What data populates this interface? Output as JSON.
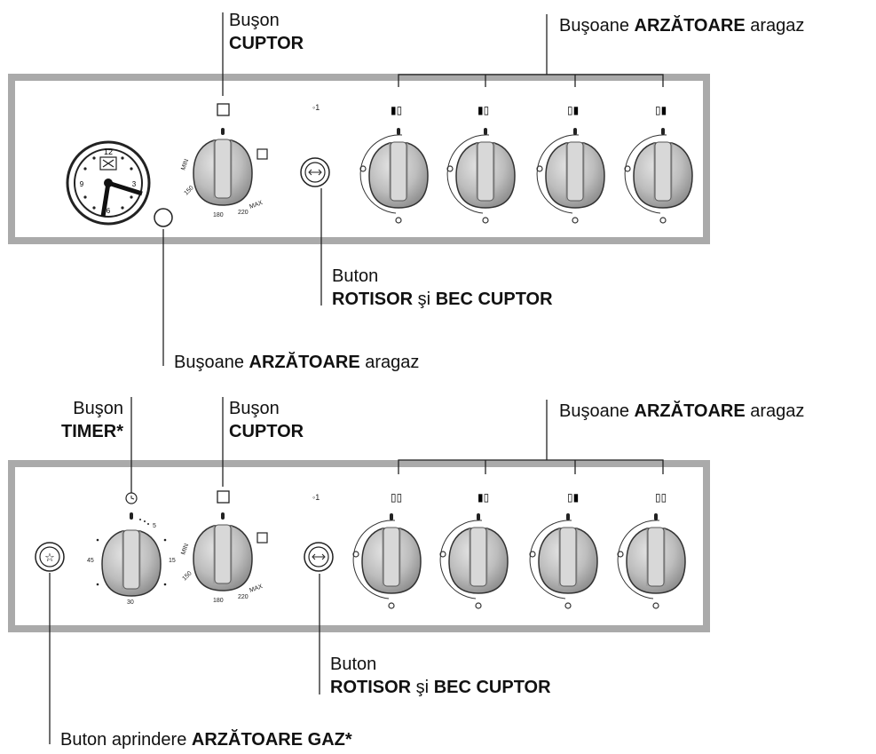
{
  "top": {
    "oven_knob": {
      "line1": "Buşon",
      "line2": "CUPTOR"
    },
    "burners": {
      "prefix": "Buşoane ",
      "bold": "ARZĂTOARE",
      "suffix": " aragaz"
    },
    "rotisserie": {
      "line1": "Buton",
      "bold1": "ROTISOR",
      "mid": " şi ",
      "bold2": "BEC CUPTOR"
    },
    "clock": {
      "prefix": "Buşoane ",
      "bold": "ARZĂTOARE",
      "suffix": " aragaz"
    },
    "clock_numbers": [
      "12",
      "3",
      "6",
      "9"
    ],
    "oven_scale": {
      "min": "MIN",
      "t150": "150",
      "t180": "180",
      "t220": "220",
      "max": "MAX"
    }
  },
  "bottom": {
    "timer": {
      "line1": "Buşon",
      "line2": "TIMER*"
    },
    "oven_knob": {
      "line1": "Buşon",
      "line2": "CUPTOR"
    },
    "burners": {
      "prefix": "Buşoane ",
      "bold": "ARZĂTOARE",
      "suffix": " aragaz"
    },
    "rotisserie": {
      "line1": "Buton",
      "bold1": "ROTISOR",
      "mid": " şi ",
      "bold2": "BEC CUPTOR"
    },
    "igniter": {
      "prefix": "Buton aprindere ",
      "bold": "ARZĂTOARE GAZ*"
    },
    "timer_scale": {
      "t5": "5",
      "t15": "15",
      "t30": "30",
      "t45": "45"
    },
    "oven_scale": {
      "min": "MIN",
      "t150": "150",
      "t180": "180",
      "t220": "220",
      "max": "MAX"
    }
  }
}
